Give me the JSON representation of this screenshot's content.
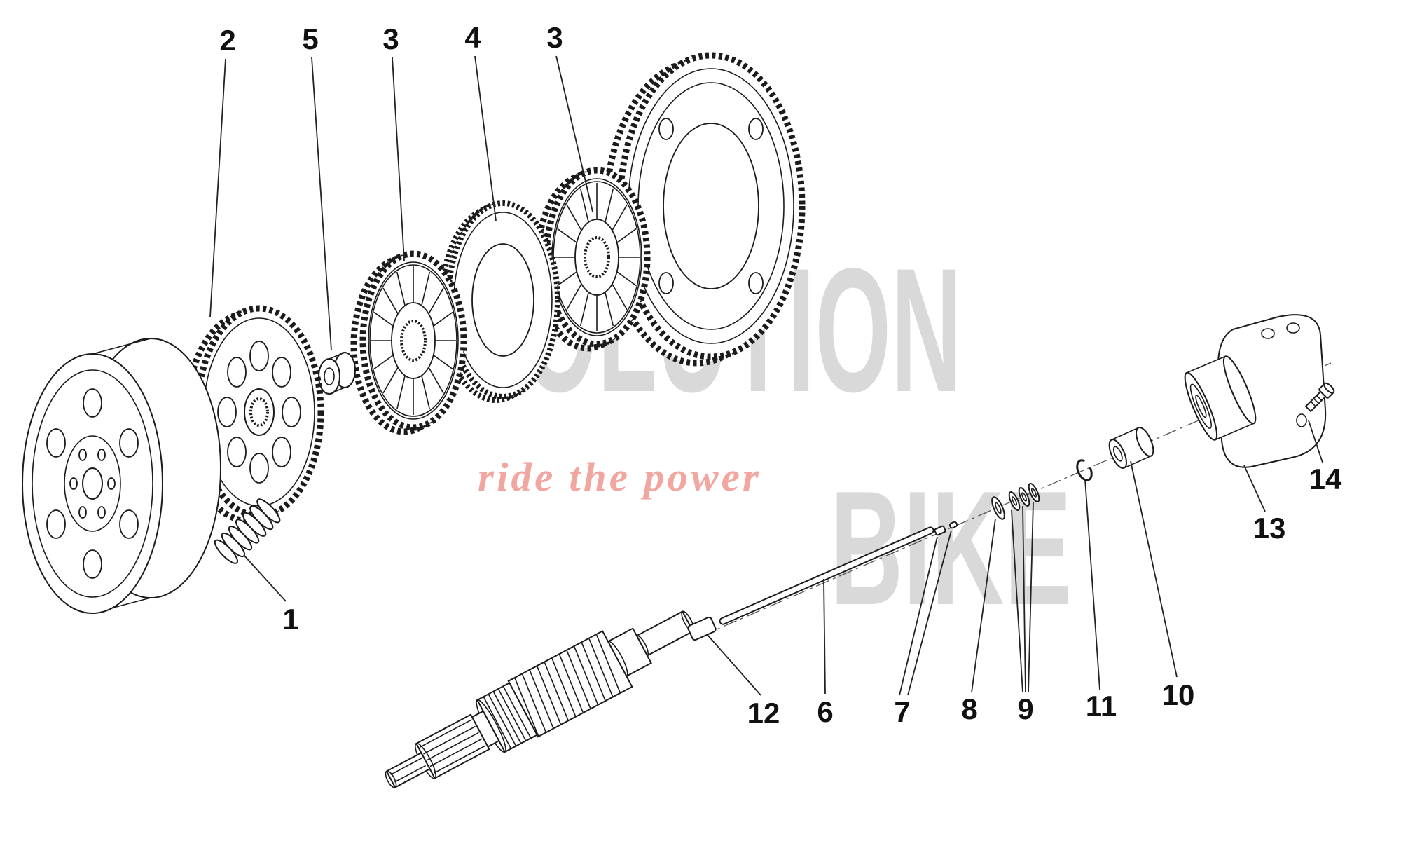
{
  "page": {
    "background": "#ffffff",
    "line_color": "#1b1b1b"
  },
  "diagram": {
    "kind": "exploded-parts-diagram",
    "callouts": {
      "part1": {
        "label": "1"
      },
      "part2": {
        "label": "2"
      },
      "part3a": {
        "label": "3"
      },
      "part3b": {
        "label": "3"
      },
      "part4": {
        "label": "4"
      },
      "part5": {
        "label": "5"
      },
      "part6": {
        "label": "6"
      },
      "part7": {
        "label": "7"
      },
      "part8": {
        "label": "8"
      },
      "part9": {
        "label": "9"
      },
      "part10": {
        "label": "10"
      },
      "part11": {
        "label": "11"
      },
      "part12": {
        "label": "12"
      },
      "part13": {
        "label": "13"
      },
      "part14": {
        "label": "14"
      }
    },
    "watermark": {
      "word1": "EVOLUTION",
      "word2": "BIKE",
      "tagline": "ride the power",
      "letter_color": "#d9d9d9",
      "tagline_color": "#f2a6a0"
    }
  }
}
